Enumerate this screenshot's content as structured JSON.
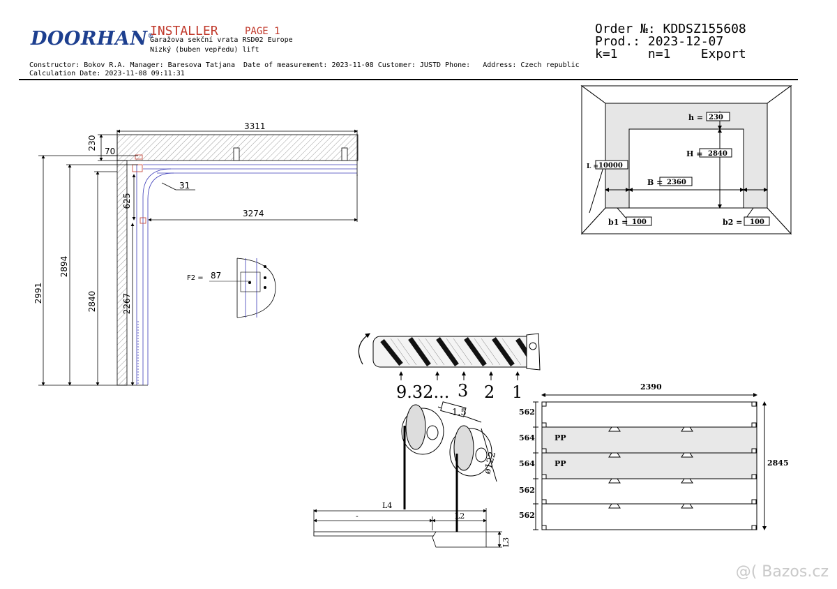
{
  "header": {
    "logo": "DOORHAN",
    "title": "INSTALLER",
    "page": "PAGE 1",
    "subtitle1": "Garažova sekční vrata RSD02 Europe",
    "subtitle2": "Nizký (buben vepředu) lift",
    "order": "Order №: KDDSZ155608",
    "prod": "Prod.: 2023-12-07",
    "kn": "k=1    n=1    Export",
    "info_line": "Constructor: Bokov R.A. Manager: Baresova Tatjana  Date of measurement: 2023-11-08 Customer: JUSTD Phone:   Address: Czech republic",
    "calc_line": "Calculation Date: 2023-11-08 09:11:31"
  },
  "side_view": {
    "dims": {
      "total_length": "3311",
      "headroom": "230",
      "offset": "70",
      "radius": "625",
      "gap": "31",
      "track_length": "3274",
      "height_total": "2991",
      "height_2": "2894",
      "height_opening": "2840",
      "height_vertical": "2267"
    },
    "f2_label": "F2 =",
    "f2_value": "87"
  },
  "opening": {
    "h_label": "h =",
    "h_value": "230",
    "H_label": "H =",
    "H_value": "2840",
    "L_label": "L =",
    "L_value": "10000",
    "B_label": "B =",
    "B_value": "2360",
    "b1_label": "b1 =",
    "b1_value": "100",
    "b2_label": "b2 =",
    "b2_value": "100"
  },
  "spring": {
    "labels": [
      "9.32...",
      "3",
      "2",
      "1"
    ],
    "drum_dim": "1.5",
    "drum_diameter": "ø122",
    "L4": "L4",
    "L2": "L2",
    "L3": "L3",
    "dash": "-"
  },
  "panels": {
    "width": "2390",
    "total_height": "2845",
    "rows": [
      {
        "height": "562",
        "label": "",
        "shaded": false
      },
      {
        "height": "564",
        "label": "PP",
        "shaded": true
      },
      {
        "height": "564",
        "label": "PP",
        "shaded": true
      },
      {
        "height": "562",
        "label": "",
        "shaded": false
      },
      {
        "height": "562",
        "label": "",
        "shaded": false
      }
    ]
  },
  "watermark": "@( Bazos.cz"
}
